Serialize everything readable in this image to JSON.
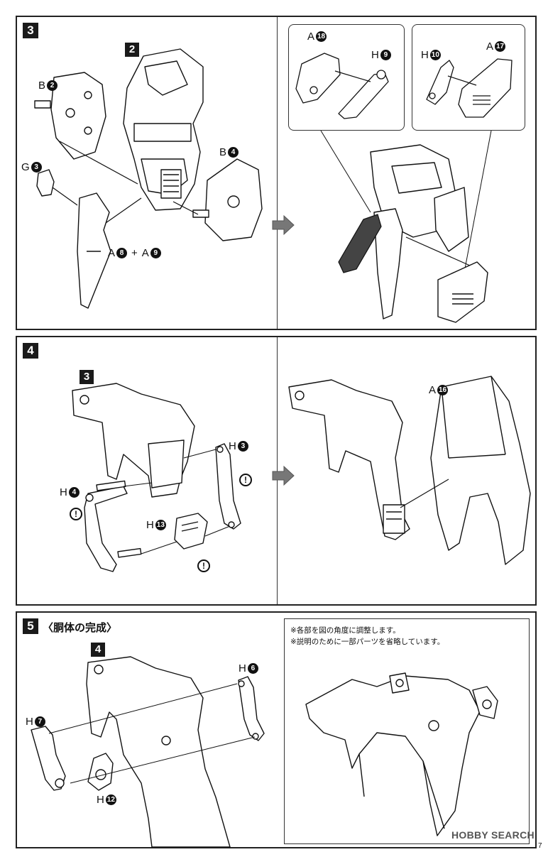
{
  "steps": {
    "s3": {
      "number": "3",
      "sub_assembly": "2",
      "labels": {
        "b2": {
          "letter": "B",
          "num": "2"
        },
        "g3": {
          "letter": "G",
          "num": "3"
        },
        "b4": {
          "letter": "B",
          "num": "4"
        },
        "a8": {
          "letter": "A",
          "num": "8"
        },
        "a9": {
          "letter": "A",
          "num": "9"
        },
        "plus": "+",
        "a18": {
          "letter": "A",
          "num": "18"
        },
        "h9": {
          "letter": "H",
          "num": "9"
        },
        "h10": {
          "letter": "H",
          "num": "10"
        },
        "a17": {
          "letter": "A",
          "num": "17"
        }
      }
    },
    "s4": {
      "number": "4",
      "sub_assembly": "3",
      "labels": {
        "h3": {
          "letter": "H",
          "num": "3"
        },
        "h4": {
          "letter": "H",
          "num": "4"
        },
        "h13": {
          "letter": "H",
          "num": "13"
        },
        "a16": {
          "letter": "A",
          "num": "16"
        }
      },
      "caution": "!"
    },
    "s5": {
      "number": "5",
      "title": "〈胴体の完成〉",
      "sub_assembly": "4",
      "labels": {
        "h6": {
          "letter": "H",
          "num": "6"
        },
        "h7": {
          "letter": "H",
          "num": "7"
        },
        "h12": {
          "letter": "H",
          "num": "12"
        }
      },
      "notes": [
        "※各部を図の角度に調整します。",
        "※説明のために一部パーツを省略しています。"
      ]
    }
  },
  "watermark": "HOBBY SEARCH",
  "page_number": "7",
  "colors": {
    "ink": "#111111",
    "arrow": "#777777",
    "part_fill": "#ffffff",
    "highlight_part": "#444444"
  }
}
